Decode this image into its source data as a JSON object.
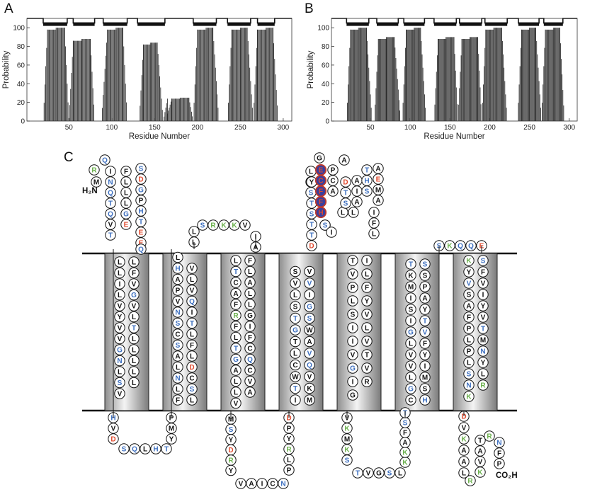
{
  "panels": {
    "a": "A",
    "b": "B",
    "c": "C"
  },
  "plots": [
    {
      "id": "A",
      "ylabel": "Probability",
      "xlabel": "Residue Number",
      "xticks": [
        50,
        100,
        150,
        200,
        250,
        300
      ],
      "yticks": [
        0,
        20,
        40,
        60,
        80,
        100
      ],
      "xlim": [
        1,
        310
      ],
      "ylim": [
        0,
        110
      ],
      "bars": [
        [
          25,
          35,
          98
        ],
        [
          35,
          45,
          100
        ],
        [
          55,
          65,
          86
        ],
        [
          65,
          75,
          88
        ],
        [
          95,
          105,
          98
        ],
        [
          105,
          113,
          100
        ],
        [
          137,
          145,
          82
        ],
        [
          145,
          153,
          84
        ],
        [
          170,
          180,
          24
        ],
        [
          180,
          190,
          25
        ],
        [
          200,
          210,
          98
        ],
        [
          210,
          218,
          100
        ],
        [
          240,
          250,
          98
        ],
        [
          250,
          258,
          100
        ],
        [
          270,
          280,
          98
        ],
        [
          280,
          288,
          100
        ]
      ],
      "ramps": [
        [
          20,
          25,
          0,
          98
        ],
        [
          45,
          50,
          100,
          0
        ],
        [
          50,
          55,
          0,
          86
        ],
        [
          75,
          80,
          88,
          0
        ],
        [
          88,
          95,
          0,
          98
        ],
        [
          113,
          118,
          100,
          0
        ],
        [
          132,
          137,
          0,
          82
        ],
        [
          153,
          160,
          84,
          0
        ],
        [
          160,
          165,
          0,
          24
        ],
        [
          165,
          170,
          8,
          24
        ],
        [
          190,
          195,
          25,
          0
        ],
        [
          195,
          200,
          0,
          98
        ],
        [
          218,
          225,
          100,
          0
        ],
        [
          235,
          240,
          0,
          98
        ],
        [
          258,
          265,
          100,
          0
        ],
        [
          265,
          270,
          0,
          98
        ],
        [
          288,
          294,
          100,
          0
        ]
      ],
      "topbar": [
        [
          1,
          20,
          110
        ],
        [
          20,
          48,
          105
        ],
        [
          48,
          55,
          110
        ],
        [
          55,
          80,
          105
        ],
        [
          80,
          90,
          110
        ],
        [
          90,
          118,
          105
        ],
        [
          118,
          130,
          110
        ],
        [
          130,
          162,
          105
        ],
        [
          162,
          195,
          110
        ],
        [
          195,
          222,
          105
        ],
        [
          222,
          235,
          110
        ],
        [
          235,
          262,
          105
        ],
        [
          262,
          270,
          110
        ],
        [
          270,
          290,
          105
        ],
        [
          290,
          310,
          110
        ]
      ]
    },
    {
      "id": "B",
      "ylabel": "Probability",
      "xlabel": "Residue Number",
      "xticks": [
        50,
        100,
        150,
        200,
        250,
        300
      ],
      "yticks": [
        0,
        20,
        40,
        60,
        80,
        100
      ],
      "xlim": [
        1,
        310
      ],
      "ylim": [
        0,
        110
      ],
      "bars": [
        [
          25,
          35,
          98
        ],
        [
          35,
          45,
          100
        ],
        [
          60,
          70,
          88
        ],
        [
          70,
          80,
          90
        ],
        [
          95,
          105,
          98
        ],
        [
          105,
          113,
          100
        ],
        [
          135,
          145,
          88
        ],
        [
          145,
          155,
          90
        ],
        [
          165,
          175,
          88
        ],
        [
          175,
          185,
          90
        ],
        [
          195,
          205,
          98
        ],
        [
          205,
          215,
          100
        ],
        [
          240,
          250,
          98
        ],
        [
          250,
          258,
          100
        ],
        [
          270,
          280,
          98
        ],
        [
          280,
          288,
          100
        ]
      ],
      "ramps": [
        [
          20,
          25,
          0,
          98
        ],
        [
          45,
          52,
          100,
          0
        ],
        [
          55,
          60,
          0,
          88
        ],
        [
          80,
          88,
          90,
          0
        ],
        [
          90,
          95,
          0,
          98
        ],
        [
          113,
          120,
          100,
          0
        ],
        [
          130,
          135,
          0,
          88
        ],
        [
          155,
          160,
          90,
          0
        ],
        [
          160,
          165,
          0,
          88
        ],
        [
          185,
          190,
          90,
          0
        ],
        [
          190,
          195,
          0,
          98
        ],
        [
          215,
          222,
          100,
          0
        ],
        [
          235,
          240,
          0,
          98
        ],
        [
          258,
          265,
          100,
          0
        ],
        [
          265,
          270,
          0,
          98
        ],
        [
          288,
          294,
          100,
          0
        ]
      ],
      "topbar": [
        [
          1,
          20,
          110
        ],
        [
          20,
          48,
          105
        ],
        [
          48,
          58,
          110
        ],
        [
          58,
          85,
          105
        ],
        [
          85,
          92,
          110
        ],
        [
          92,
          118,
          105
        ],
        [
          118,
          130,
          110
        ],
        [
          130,
          158,
          105
        ],
        [
          158,
          162,
          110
        ],
        [
          162,
          190,
          105
        ],
        [
          190,
          194,
          110
        ],
        [
          194,
          222,
          105
        ],
        [
          222,
          236,
          110
        ],
        [
          236,
          262,
          105
        ],
        [
          262,
          268,
          110
        ],
        [
          268,
          292,
          105
        ],
        [
          292,
          310,
          110
        ]
      ]
    }
  ],
  "topology": {
    "labels": {
      "n_term": "H₂N",
      "c_term": "CO₂H"
    },
    "colors": {
      "basic": "#3d6fbf",
      "acidic": "#e04a2e",
      "positive": "#6ab04c",
      "highlight_fill": "#3a3f9e",
      "highlight_ring": "#c0392b"
    },
    "nterm": [
      {
        "r": "M",
        "c": "k"
      },
      {
        "r": "R",
        "c": "g"
      },
      {
        "r": "Q",
        "c": "b"
      },
      {
        "r": "I",
        "c": "k"
      },
      {
        "r": "N",
        "c": "b"
      },
      {
        "r": "Q",
        "c": "b"
      },
      {
        "r": "T",
        "c": "b"
      },
      {
        "r": "Q",
        "c": "b"
      },
      {
        "r": "V",
        "c": "k"
      },
      {
        "r": "T",
        "c": "b"
      },
      {
        "r": "E",
        "c": "r"
      },
      {
        "r": "F",
        "c": "k"
      },
      {
        "r": "L",
        "c": "k"
      },
      {
        "r": "L",
        "c": "k"
      },
      {
        "r": "L",
        "c": "k"
      },
      {
        "r": "G",
        "c": "b"
      },
      {
        "r": "S",
        "c": "b"
      },
      {
        "r": "D",
        "c": "r"
      },
      {
        "r": "G",
        "c": "b"
      },
      {
        "r": "P",
        "c": "k"
      },
      {
        "r": "H",
        "c": "b"
      },
      {
        "r": "T",
        "c": "b"
      },
      {
        "r": "E",
        "c": "r"
      },
      {
        "r": "E",
        "c": "r"
      },
      {
        "r": "Q",
        "c": "b"
      }
    ],
    "tm1": [
      "L",
      "L",
      "L",
      "F",
      "I",
      "V",
      "L",
      "G",
      "V",
      "V",
      "Y",
      "L",
      "V",
      "T",
      "V",
      "L",
      "G",
      "L",
      "N",
      "L",
      "L",
      "L",
      "S",
      "L",
      "V"
    ],
    "loop1_bottom": [
      {
        "r": "H",
        "c": "b"
      },
      {
        "r": "V",
        "c": "k"
      },
      {
        "r": "D",
        "c": "r"
      },
      {
        "r": "S",
        "c": "b"
      },
      {
        "r": "Q",
        "c": "b"
      },
      {
        "r": "L",
        "c": "k"
      },
      {
        "r": "H",
        "c": "b"
      },
      {
        "r": "T",
        "c": "b"
      },
      {
        "r": "P",
        "c": "k"
      },
      {
        "r": "M",
        "c": "k"
      },
      {
        "r": "Y",
        "c": "k"
      }
    ],
    "tm2": [
      "F",
      "L",
      "L",
      "S",
      "N",
      "C",
      "L",
      "D",
      "A",
      "L",
      "S",
      "F",
      "C",
      "L",
      "S",
      "T",
      "N",
      "I",
      "V",
      "Q",
      "P",
      "V",
      "A",
      "L",
      "H",
      "V",
      "L"
    ],
    "loop2_top": [
      {
        "r": "L",
        "c": "k"
      },
      {
        "r": "L",
        "c": "k"
      },
      {
        "r": "S",
        "c": "b"
      },
      {
        "r": "R",
        "c": "g"
      },
      {
        "r": "K",
        "c": "g"
      },
      {
        "r": "K",
        "c": "g"
      },
      {
        "r": "V",
        "c": "k"
      },
      {
        "r": "I",
        "c": "k"
      },
      {
        "r": "A",
        "c": "k"
      }
    ],
    "tm3": [
      "L",
      "F",
      "T",
      "L",
      "C",
      "A",
      "A",
      "L",
      "F",
      "L",
      "R",
      "G",
      "F",
      "I",
      "L",
      "F",
      "T",
      "C",
      "G",
      "Q",
      "A",
      "C",
      "L",
      "V",
      "L",
      "A",
      "V"
    ],
    "loop3_bottom": [
      {
        "r": "M",
        "c": "k"
      },
      {
        "r": "S",
        "c": "b"
      },
      {
        "r": "Y",
        "c": "k"
      },
      {
        "r": "D",
        "c": "r"
      },
      {
        "r": "R",
        "c": "g"
      },
      {
        "r": "Y",
        "c": "k"
      },
      {
        "r": "V",
        "c": "k"
      },
      {
        "r": "A",
        "c": "k"
      },
      {
        "r": "I",
        "c": "k"
      },
      {
        "r": "C",
        "c": "k"
      },
      {
        "r": "N",
        "c": "b"
      },
      {
        "r": "P",
        "c": "k"
      },
      {
        "r": "L",
        "c": "k"
      },
      {
        "r": "R",
        "c": "g"
      },
      {
        "r": "Y",
        "c": "k"
      },
      {
        "r": "P",
        "c": "k"
      },
      {
        "r": "D",
        "c": "r"
      }
    ],
    "tm4": [
      "I",
      "M",
      "T",
      "K",
      "W",
      "V",
      "C",
      "Q",
      "L",
      "V",
      "T",
      "A",
      "G",
      "W",
      "T",
      "S",
      "S",
      "G",
      "L",
      "I",
      "V",
      "V",
      "S",
      "V"
    ],
    "loop4_top": [
      {
        "r": "D",
        "c": "r"
      },
      {
        "r": "T",
        "c": "b"
      },
      {
        "r": "T",
        "c": "b"
      },
      {
        "r": "S",
        "c": "b"
      },
      {
        "r": "T",
        "c": "b"
      },
      {
        "r": "S",
        "c": "b"
      },
      {
        "r": "F",
        "c": "k"
      },
      {
        "r": "L",
        "c": "k"
      },
      {
        "r": "G",
        "c": "k"
      },
      {
        "r": "R",
        "c": "g"
      },
      {
        "r": "Y",
        "c": "k"
      },
      {
        "r": "L",
        "c": "k"
      },
      {
        "r": "P",
        "c": "k"
      },
      {
        "r": "E",
        "c": "h"
      },
      {
        "r": "C",
        "c": "h"
      },
      {
        "r": "F",
        "c": "h"
      },
      {
        "r": "F",
        "c": "h"
      },
      {
        "r": "H",
        "c": "h"
      },
      {
        "r": "N",
        "c": "b"
      },
      {
        "r": "S",
        "c": "b"
      },
      {
        "r": "I",
        "c": "k"
      },
      {
        "r": "A",
        "c": "k"
      },
      {
        "r": "P",
        "c": "k"
      },
      {
        "r": "C",
        "c": "k"
      },
      {
        "r": "A",
        "c": "k"
      },
      {
        "r": "L",
        "c": "k"
      },
      {
        "r": "L",
        "c": "k"
      },
      {
        "r": "S",
        "c": "b"
      },
      {
        "r": "T",
        "c": "b"
      },
      {
        "r": "D",
        "c": "r"
      },
      {
        "r": "A",
        "c": "k"
      },
      {
        "r": "I",
        "c": "k"
      },
      {
        "r": "A",
        "c": "k"
      },
      {
        "r": "T",
        "c": "b"
      },
      {
        "r": "H",
        "c": "b"
      },
      {
        "r": "S",
        "c": "b"
      },
      {
        "r": "A",
        "c": "k"
      },
      {
        "r": "E",
        "c": "r"
      },
      {
        "r": "M",
        "c": "k"
      },
      {
        "r": "A",
        "c": "k"
      },
      {
        "r": "I",
        "c": "k"
      },
      {
        "r": "F",
        "c": "k"
      },
      {
        "r": "L",
        "c": "k"
      }
    ],
    "tm5": [
      "T",
      "I",
      "V",
      "L",
      "P",
      "F",
      "L",
      "Y",
      "S",
      "V",
      "I",
      "L",
      "I",
      "V",
      "V",
      "T",
      "G",
      "V",
      "I",
      "R",
      "G"
    ],
    "loop5_bottom": [
      {
        "r": "V",
        "c": "k"
      },
      {
        "r": "K",
        "c": "g"
      },
      {
        "r": "M",
        "c": "k"
      },
      {
        "r": "K",
        "c": "g"
      },
      {
        "r": "S",
        "c": "b"
      },
      {
        "r": "T",
        "c": "b"
      },
      {
        "r": "V",
        "c": "k"
      },
      {
        "r": "G",
        "c": "k"
      },
      {
        "r": "S",
        "c": "b"
      },
      {
        "r": "L",
        "c": "k"
      },
      {
        "r": "K",
        "c": "g"
      },
      {
        "r": "K",
        "c": "g"
      },
      {
        "r": "A",
        "c": "k"
      },
      {
        "r": "F",
        "c": "k"
      },
      {
        "r": "S",
        "c": "b"
      },
      {
        "r": "T",
        "c": "b"
      }
    ],
    "tm6": [
      "C",
      "H",
      "G",
      "S",
      "L",
      "M",
      "V",
      "I",
      "V",
      "Y",
      "L",
      "F",
      "G",
      "V",
      "I",
      "T",
      "S",
      "Y",
      "I",
      "A",
      "M",
      "P",
      "K",
      "S",
      "T",
      "S"
    ],
    "loop6_top": [
      {
        "r": "S",
        "c": "b"
      },
      {
        "r": "K",
        "c": "g"
      },
      {
        "r": "Q",
        "c": "b"
      },
      {
        "r": "Q",
        "c": "b"
      },
      {
        "r": "E",
        "c": "r"
      }
    ],
    "tm7": [
      "K",
      "S",
      "Y",
      "F",
      "V",
      "V",
      "S",
      "I",
      "A",
      "Y",
      "F",
      "V",
      "P",
      "T",
      "L",
      "M",
      "P",
      "N",
      "L",
      "Y",
      "S",
      "L",
      "N",
      "R",
      "K"
    ],
    "cterm": [
      {
        "r": "D",
        "c": "r"
      },
      {
        "r": "V",
        "c": "k"
      },
      {
        "r": "K",
        "c": "g"
      },
      {
        "r": "A",
        "c": "k"
      },
      {
        "r": "A",
        "c": "k"
      },
      {
        "r": "L",
        "c": "k"
      },
      {
        "r": "R",
        "c": "g"
      },
      {
        "r": "K",
        "c": "g"
      },
      {
        "r": "V",
        "c": "k"
      },
      {
        "r": "A",
        "c": "k"
      },
      {
        "r": "T",
        "c": "k"
      },
      {
        "r": "R",
        "c": "g"
      },
      {
        "r": "N",
        "c": "b"
      },
      {
        "r": "F",
        "c": "k"
      },
      {
        "r": "P",
        "c": "k"
      }
    ]
  }
}
